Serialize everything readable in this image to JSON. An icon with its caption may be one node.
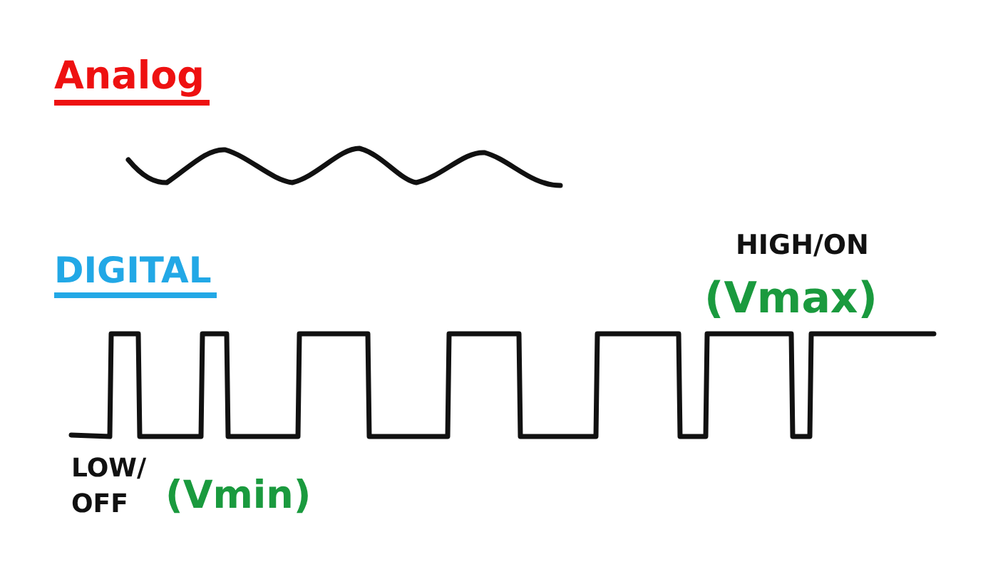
{
  "diagram": {
    "labels": [
      "Analog",
      "DIGITAL",
      "HIGH/ON",
      "(Vmax)",
      "LOW/ OFF",
      "(Vmin)"
    ]
  }
}
